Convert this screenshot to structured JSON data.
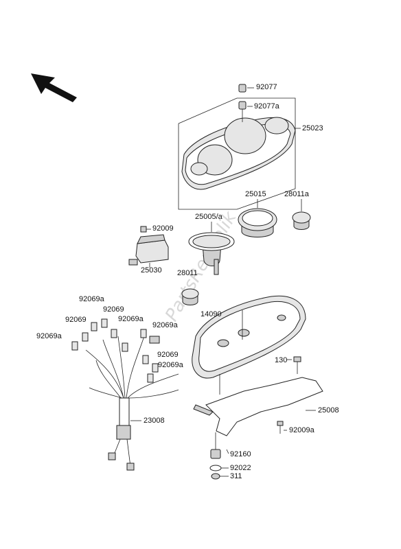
{
  "watermark": "PartsRepublik",
  "labels": {
    "p92077": "92077",
    "p92077a": "92077a",
    "p25023": "25023",
    "p25015": "25015",
    "p28011a": "28011a",
    "p25005a": "25005/a",
    "p92009": "92009",
    "p25030": "25030",
    "p28011": "28011",
    "p14090": "14090",
    "p92069a_1": "92069a",
    "p92069_1": "92069",
    "p92069_2": "92069",
    "p92069a_2": "92069a",
    "p92069a_3": "92069a",
    "p92069a_4": "92069a",
    "p92069_3": "92069",
    "p92069a_5": "92069a",
    "p130": "130",
    "p25008": "25008",
    "p23008": "23008",
    "p92009a": "92009a",
    "p92160": "92160",
    "p92022": "92022",
    "p311": "311"
  }
}
